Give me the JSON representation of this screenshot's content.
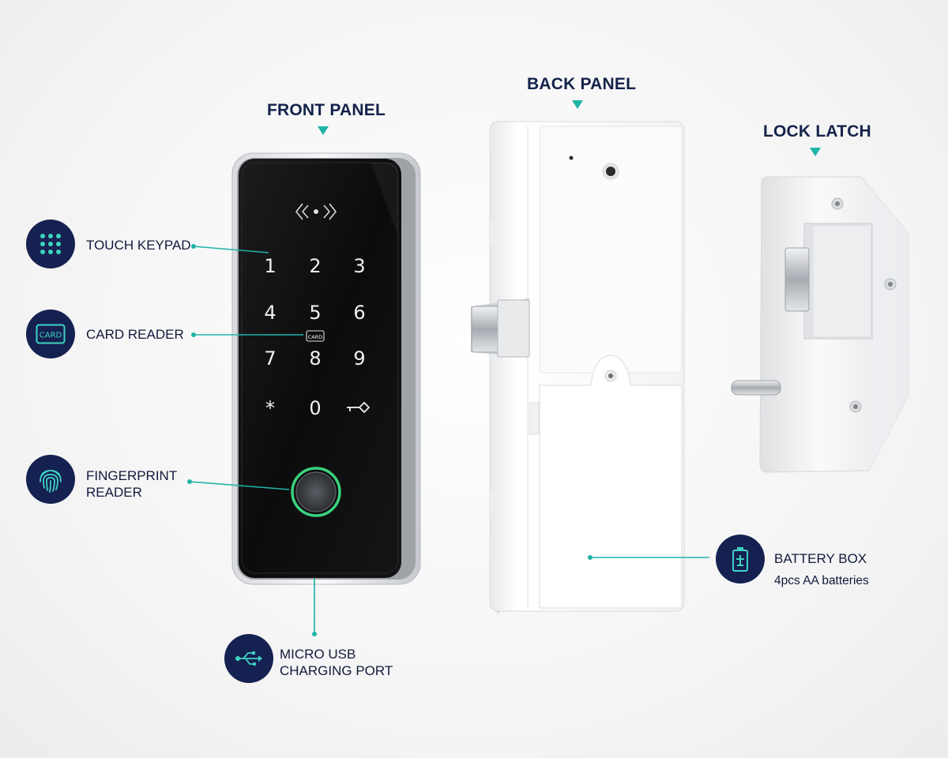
{
  "titles": {
    "front": "FRONT PANEL",
    "back": "BACK PANEL",
    "latch": "LOCK LATCH"
  },
  "keypad": {
    "keys": [
      "1",
      "2",
      "3",
      "4",
      "5",
      "6",
      "7",
      "8",
      "9",
      "*",
      "0",
      "⊸◇"
    ],
    "card_tag": "CARD"
  },
  "features": {
    "touch_keypad": "TOUCH KEYPAD",
    "card_reader": "CARD READER",
    "card_icon_text": "CARD",
    "fingerprint_line1": "FINGERPRINT",
    "fingerprint_line2": "READER",
    "usb_line1": "MICRO USB",
    "usb_line2": "CHARGING PORT",
    "battery_title": "BATTERY BOX",
    "battery_sub": "4pcs AA batteries"
  },
  "colors": {
    "accent": "#1fb3a7",
    "badge": "#152150",
    "text": "#111a3a",
    "fingerprint_ring": "#3ddc84"
  },
  "icons": [
    "keypad-grid-icon",
    "card-icon",
    "fingerprint-icon",
    "usb-icon",
    "battery-icon",
    "nfc-icon",
    "key-icon"
  ]
}
